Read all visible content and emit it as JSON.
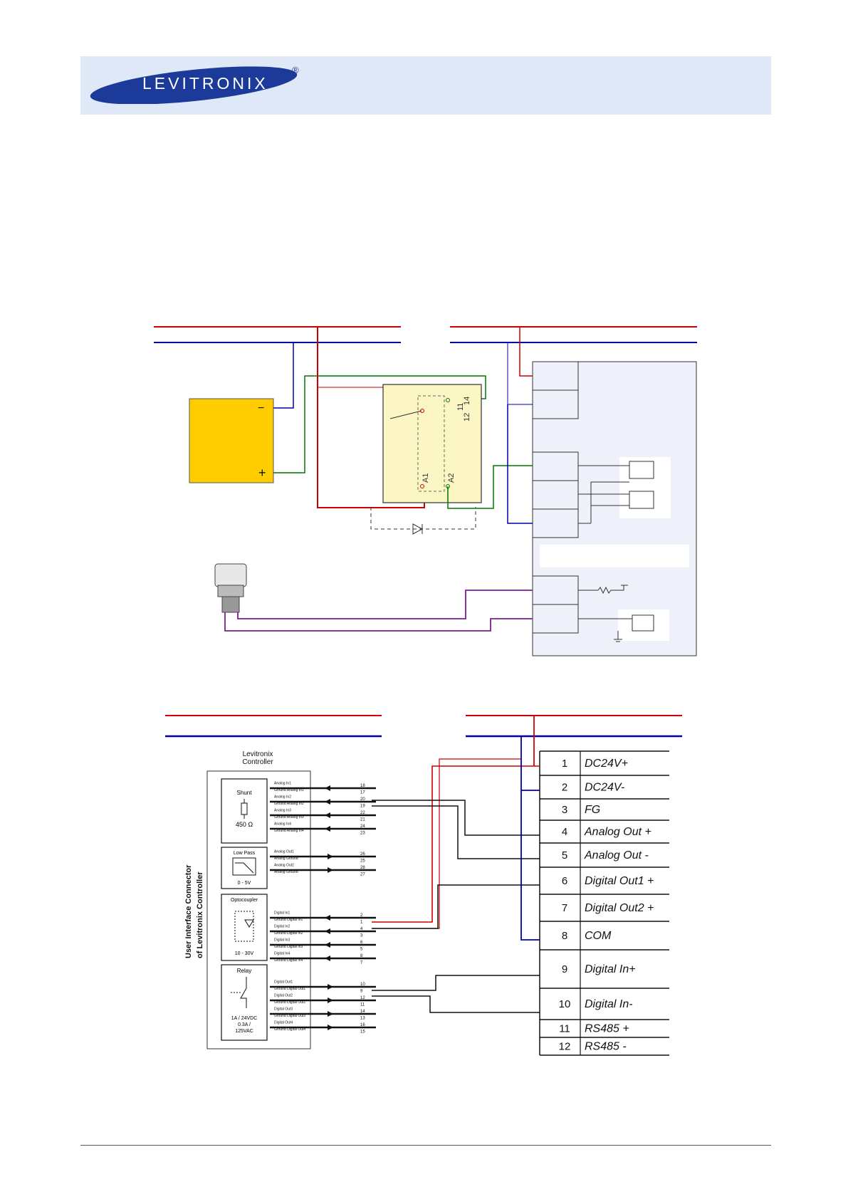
{
  "brand": {
    "name": "LEVITRONIX",
    "registered": "®"
  },
  "colors": {
    "header_band": "#dfe8f7",
    "logo_blue": "#1b3a9a",
    "wire_red": "#cc0000",
    "wire_blue": "#0000aa",
    "wire_green": "#007700",
    "wire_purple": "#7a1f8a",
    "power_supply": "#ffcc00",
    "relay": "#fbf6c4",
    "controller_panel": "#eef1f9"
  },
  "diagram1": {
    "power_supply": {
      "minus": "−",
      "plus": "+"
    },
    "relay_pins": {
      "a1": "A1",
      "a2": "A2",
      "p12": "12",
      "p11": "11",
      "p14": "14"
    }
  },
  "diagram2": {
    "controller_title_line1": "Levitronix",
    "controller_title_line2": "Controller",
    "side_title_line1": "User Interface Connector",
    "side_title_line2": "of Levitronix Controller",
    "blocks": {
      "shunt": {
        "title": "Shunt",
        "value": "450 Ω"
      },
      "lowpass": {
        "title": "Low Pass",
        "value": "0 - 5V"
      },
      "opto": {
        "title": "Optocoupler",
        "value": "10 - 30V"
      },
      "relay": {
        "title": "Relay",
        "value1": "1A / 24VDC",
        "value2": "0.3A /",
        "value3": "125VAC"
      }
    },
    "signals": [
      {
        "label": "Analog In1",
        "num": "18"
      },
      {
        "label": "Ground Analog In1",
        "num": "17"
      },
      {
        "label": "Analog In2",
        "num": "20"
      },
      {
        "label": "Ground Analog In2",
        "num": "19"
      },
      {
        "label": "Analog In3",
        "num": "22"
      },
      {
        "label": "Ground Analog In3",
        "num": "21"
      },
      {
        "label": "Analog In4",
        "num": "24"
      },
      {
        "label": "Ground Analog In4",
        "num": "23"
      },
      {
        "label": "Analog Out1",
        "num": "26"
      },
      {
        "label": "Analog Ground",
        "num": "25"
      },
      {
        "label": "Analog Out2",
        "num": "28"
      },
      {
        "label": "Analog Ground",
        "num": "27"
      },
      {
        "label": "Digital In1",
        "num": "2"
      },
      {
        "label": "Ground Digital In1",
        "num": "1"
      },
      {
        "label": "Digital In2",
        "num": "4"
      },
      {
        "label": "Ground Digital In2",
        "num": "3"
      },
      {
        "label": "Digital In3",
        "num": "6"
      },
      {
        "label": "Ground Digital In3",
        "num": "5"
      },
      {
        "label": "Digital In4",
        "num": "8"
      },
      {
        "label": "Ground Digital In4",
        "num": "7"
      },
      {
        "label": "Digital Out1",
        "num": "10"
      },
      {
        "label": "Ground Digital Out1",
        "num": "9"
      },
      {
        "label": "Digital Out2",
        "num": "12"
      },
      {
        "label": "Ground Digital Out2",
        "num": "11"
      },
      {
        "label": "Digital Out3",
        "num": "14"
      },
      {
        "label": "Ground Digital Out3",
        "num": "13"
      },
      {
        "label": "Digital Out4",
        "num": "16"
      },
      {
        "label": "Ground Digital Out4",
        "num": "15"
      }
    ],
    "terminals": [
      {
        "num": "1",
        "label": "DC24V+"
      },
      {
        "num": "2",
        "label": "DC24V-"
      },
      {
        "num": "3",
        "label": "FG"
      },
      {
        "num": "4",
        "label": "Analog Out +"
      },
      {
        "num": "5",
        "label": "Analog Out -"
      },
      {
        "num": "6",
        "label": "Digital Out1 +"
      },
      {
        "num": "7",
        "label": "Digital Out2 +"
      },
      {
        "num": "8",
        "label": "COM"
      },
      {
        "num": "9",
        "label": "Digital In+"
      },
      {
        "num": "10",
        "label": "Digital In-"
      },
      {
        "num": "11",
        "label": "RS485 +"
      },
      {
        "num": "12",
        "label": "RS485 -"
      }
    ]
  }
}
